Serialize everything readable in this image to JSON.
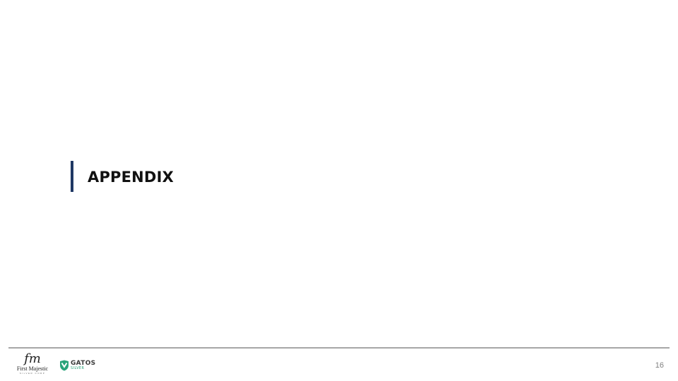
{
  "slide": {
    "title": "APPENDIX",
    "page_number": "16"
  },
  "footer": {
    "first_majestic": {
      "monogram": "fm",
      "name": "First Majestic",
      "subtitle": "SILVER CORP"
    },
    "gatos": {
      "name": "GATOS",
      "subtitle": "SILVER"
    }
  },
  "colors": {
    "accent_bar": "#1f3864",
    "title_text": "#111111",
    "footer_rule": "#a6a6a6",
    "gatos_green": "#2aa37a",
    "page_number": "#7f7f7f"
  }
}
